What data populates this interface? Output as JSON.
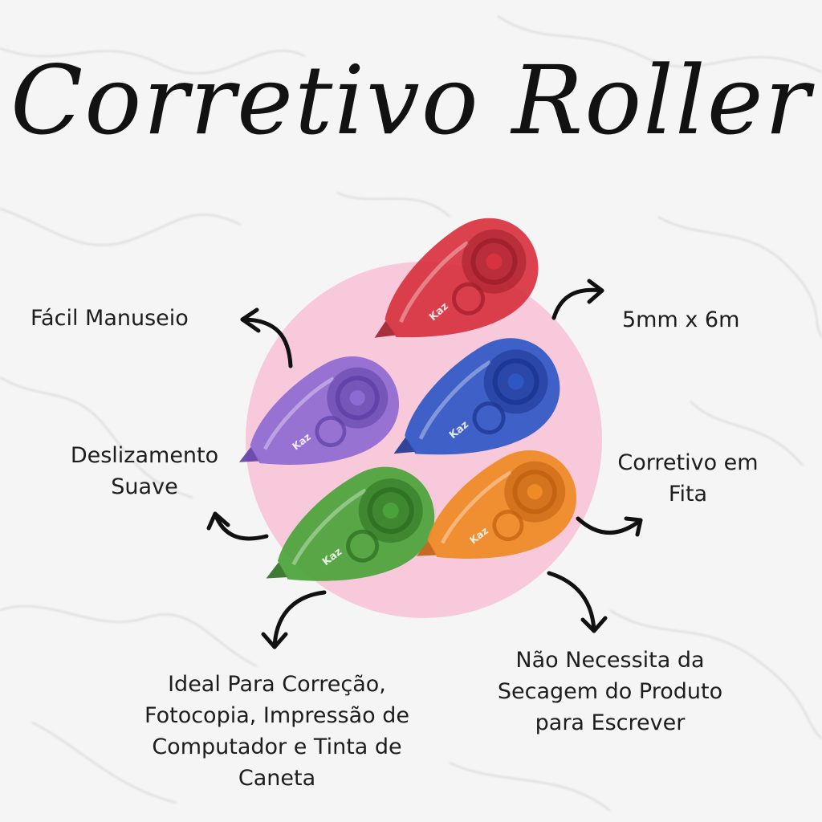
{
  "title": "Corretivo Roller",
  "brand": "Kaz",
  "features": {
    "easy_handling": [
      "Fácil Manuseio"
    ],
    "size": [
      "5mm x 6m"
    ],
    "smooth_glide": [
      "Deslizamento",
      "Suave"
    ],
    "tape_corrector": [
      "Corretivo em",
      "Fita"
    ],
    "ideal_for": [
      "Ideal Para Correção,",
      "Fotocopia, Impressão de",
      "Computador e Tinta de",
      "Caneta"
    ],
    "no_drying": [
      "Não Necessita da",
      "Secagem do Produto",
      "para Escrever"
    ]
  },
  "products": [
    {
      "color_name": "red",
      "body": "#d8323f",
      "dark": "#9e1e2a"
    },
    {
      "color_name": "purple",
      "body": "#8e6ad3",
      "dark": "#5d3fa5"
    },
    {
      "color_name": "blue",
      "body": "#2f57c4",
      "dark": "#1b3590"
    },
    {
      "color_name": "green",
      "body": "#4aa33a",
      "dark": "#2c6e20"
    },
    {
      "color_name": "orange",
      "body": "#ef8a24",
      "dark": "#bf5f0e"
    }
  ],
  "colors": {
    "background": "#f5f5f5",
    "pink_circle": "#f7c9da",
    "text": "#1d1d1d"
  }
}
